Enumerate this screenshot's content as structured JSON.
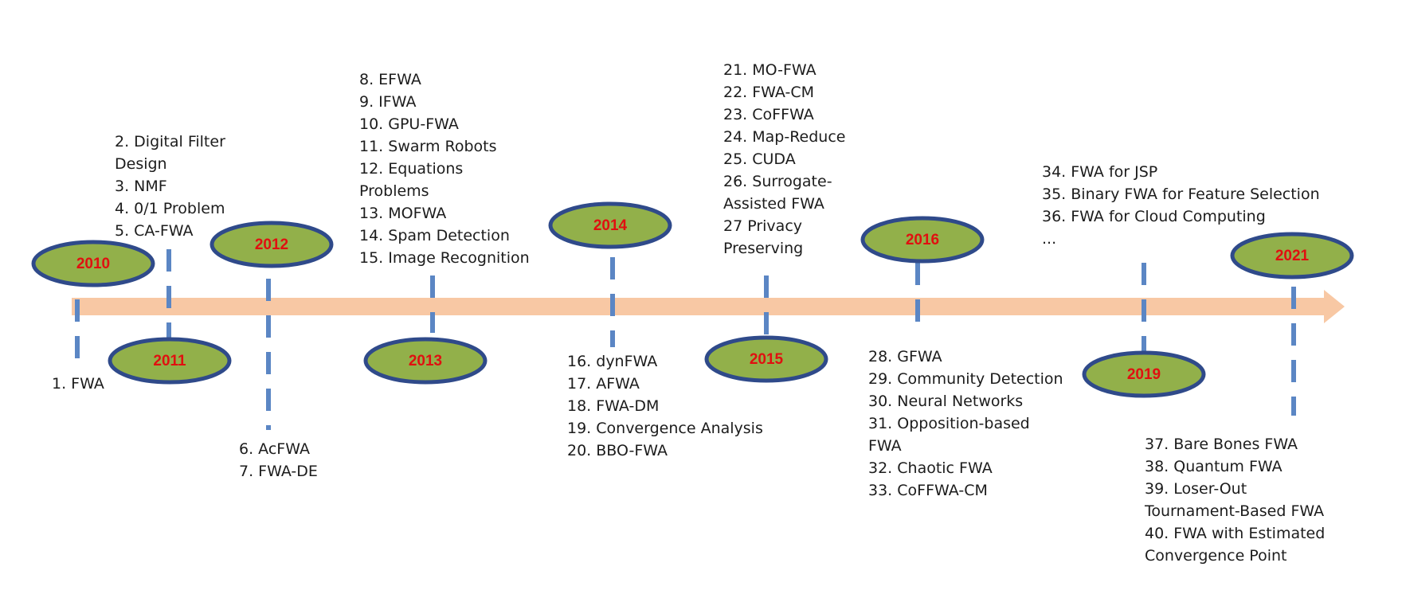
{
  "timeline": {
    "colors": {
      "axis": "#f8c8a4",
      "dash": "#5b86c4",
      "ellipse_fill": "#92b04a",
      "ellipse_stroke": "#2f4a8a",
      "year_text": "#e01010"
    },
    "years": {
      "y2010": "2010",
      "y2011": "2011",
      "y2012": "2012",
      "y2013": "2013",
      "y2014": "2014",
      "y2015": "2015",
      "y2016": "2016",
      "y2019": "2019",
      "y2021": "2021"
    },
    "groups": {
      "g2010": [
        "1. FWA"
      ],
      "g2011": [
        "2. Digital Filter Design",
        "3. NMF",
        "4. 0/1 Problem",
        "5. CA-FWA"
      ],
      "g2012": [
        "6. AcFWA",
        "7. FWA-DE"
      ],
      "g2013": [
        "8. EFWA",
        "9. IFWA",
        "10. GPU-FWA",
        "11. Swarm Robots",
        "12. Equations Problems",
        "13. MOFWA",
        "14. Spam Detection",
        "15. Image Recognition"
      ],
      "g2014": [
        "16. dynFWA",
        "17. AFWA",
        "18. FWA-DM",
        "19. Convergence Analysis",
        "20. BBO-FWA"
      ],
      "g2015": [
        "21. MO-FWA",
        "22. FWA-CM",
        "23. CoFFWA",
        "24. Map-Reduce",
        "25. CUDA",
        "26. Surrogate-Assisted FWA",
        "27 Privacy Preserving"
      ],
      "g2016": [
        "28. GFWA",
        "29. Community Detection",
        "30. Neural Networks",
        "31. Opposition-based FWA",
        "32. Chaotic FWA",
        "33. CoFFWA-CM"
      ],
      "g2019": [
        "34. FWA for JSP",
        "35. Binary FWA for Feature Selection",
        "36. FWA for Cloud Computing",
        "..."
      ],
      "g2021": [
        "37. Bare Bones FWA",
        "38. Quantum FWA",
        "39. Loser-Out Tournament-Based FWA",
        "40. FWA with Estimated Convergence Point"
      ]
    }
  }
}
